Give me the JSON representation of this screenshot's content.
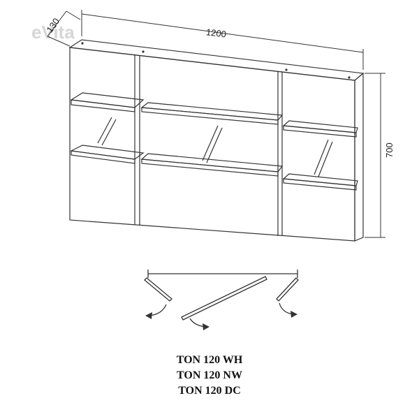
{
  "watermark": "eVita",
  "dimensions": {
    "width": "1200",
    "depth": "130",
    "height": "700"
  },
  "models": [
    "TON 120 WH",
    "TON 120 NW",
    "TON 120 DC"
  ],
  "colors": {
    "line": "#333333",
    "watermark": "#d6d6d6"
  }
}
